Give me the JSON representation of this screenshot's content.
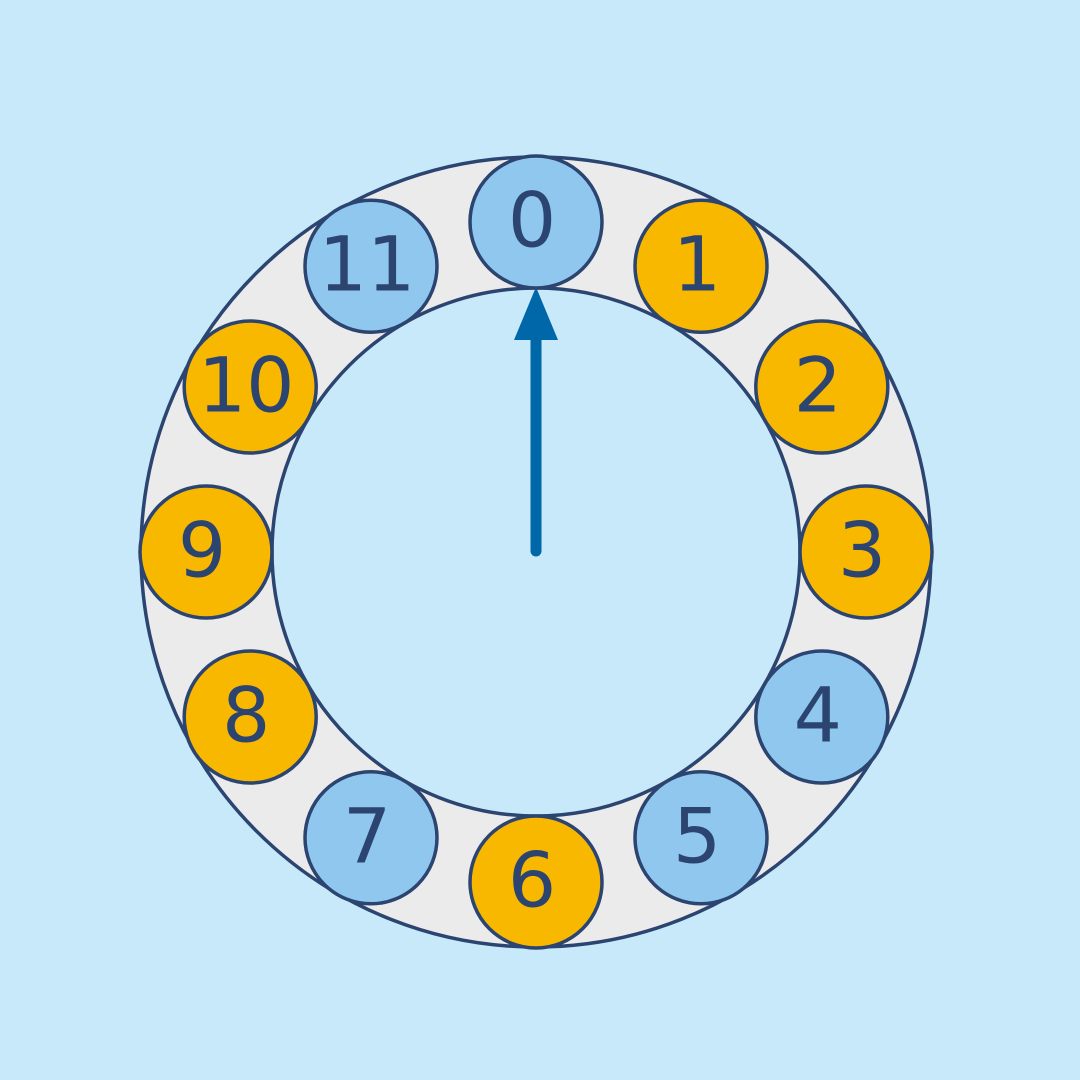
{
  "colors": {
    "background": "#c8e9fa",
    "ring_fill": "#ebebeb",
    "outline": "#2c4470",
    "inner_fill": "#c8e9fa",
    "blue_node": "#8fc7ee",
    "orange_node": "#f8b800",
    "pointer": "#0068a8",
    "label": "#2c4470"
  },
  "pointer": {
    "points_to": "0",
    "icon": "arrow-up-icon"
  },
  "nodes": [
    {
      "label": "0",
      "color": "blue"
    },
    {
      "label": "1",
      "color": "orange"
    },
    {
      "label": "2",
      "color": "orange"
    },
    {
      "label": "3",
      "color": "orange"
    },
    {
      "label": "4",
      "color": "blue"
    },
    {
      "label": "5",
      "color": "blue"
    },
    {
      "label": "6",
      "color": "orange"
    },
    {
      "label": "7",
      "color": "blue"
    },
    {
      "label": "8",
      "color": "orange"
    },
    {
      "label": "9",
      "color": "orange"
    },
    {
      "label": "10",
      "color": "orange"
    },
    {
      "label": "11",
      "color": "blue"
    }
  ]
}
